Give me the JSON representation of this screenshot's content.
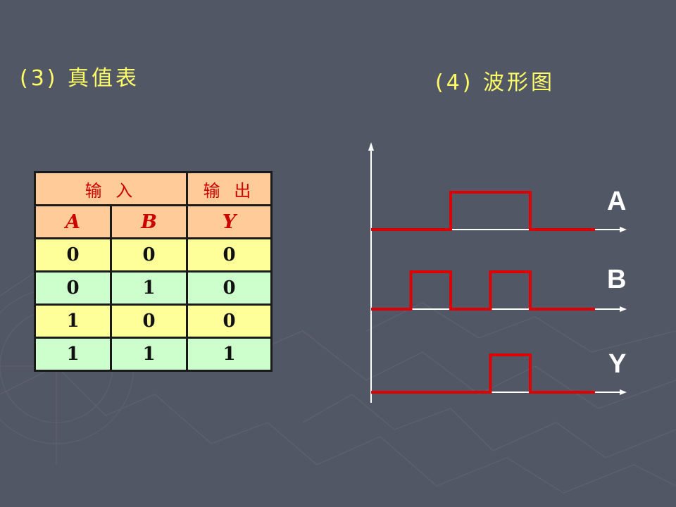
{
  "headings": {
    "truth_table": "(3) 真值表",
    "waveform": "(4) 波形图"
  },
  "truth_table": {
    "group_headers": {
      "inputs": "输 入",
      "output": "输 出"
    },
    "variables": [
      "A",
      "B",
      "Y"
    ],
    "rows": [
      [
        "0",
        "0",
        "0"
      ],
      [
        "0",
        "1",
        "0"
      ],
      [
        "1",
        "0",
        "0"
      ],
      [
        "1",
        "1",
        "1"
      ]
    ]
  },
  "waveform": {
    "signals": [
      {
        "name": "A",
        "levels": [
          0,
          0,
          1,
          1,
          0,
          0
        ]
      },
      {
        "name": "B",
        "levels": [
          0,
          1,
          0,
          1,
          0,
          0
        ]
      },
      {
        "name": "Y",
        "levels": [
          0,
          0,
          0,
          1,
          0,
          0
        ]
      }
    ],
    "colors": {
      "trace": "#DD0000",
      "axis": "#FFFFFF"
    }
  },
  "colors": {
    "background": "#525766",
    "heading": "#FFFF66",
    "header_fill": "#FFCC99",
    "header_text": "#CC0000",
    "row_yellow": "#FFFF99",
    "row_green": "#CCFFCC"
  }
}
